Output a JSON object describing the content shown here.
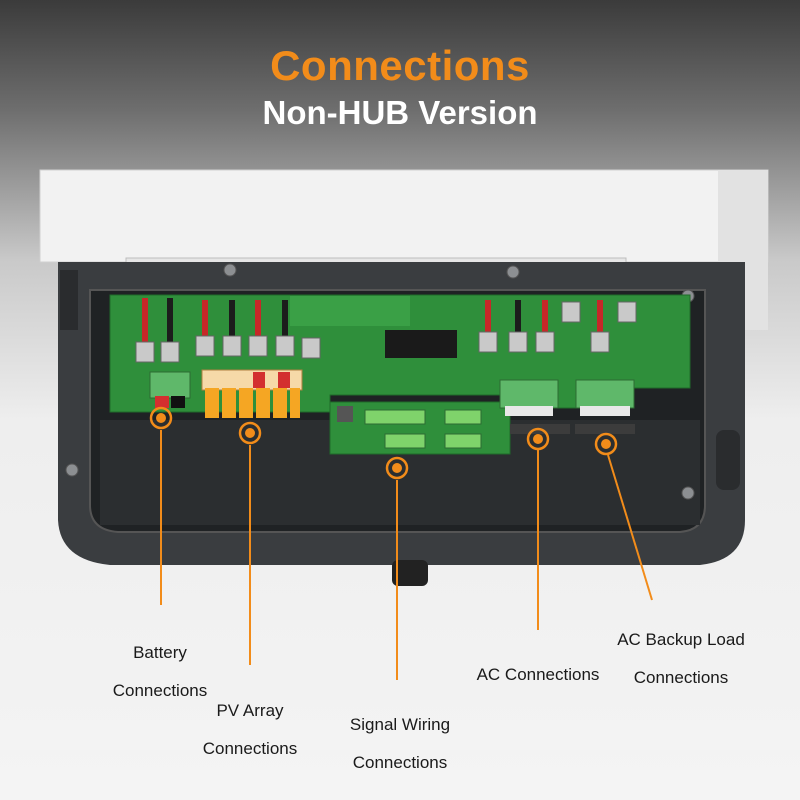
{
  "header": {
    "title": "Connections",
    "subtitle": "Non-HUB Version"
  },
  "colors": {
    "accent": "#f28c1a",
    "pcb": "#2e8b3a",
    "housing": "#3a3d40",
    "cover": "#efefef"
  },
  "callouts": [
    {
      "name": "battery",
      "line1": "Battery",
      "line2": "Connections"
    },
    {
      "name": "pv-array",
      "line1": "PV Array",
      "line2": "Connections"
    },
    {
      "name": "signal-wiring",
      "line1": "Signal Wiring",
      "line2": "Connections"
    },
    {
      "name": "ac",
      "line1": "AC Connections",
      "line2": ""
    },
    {
      "name": "ac-backup-load",
      "line1": "AC Backup Load",
      "line2": "Connections"
    }
  ]
}
